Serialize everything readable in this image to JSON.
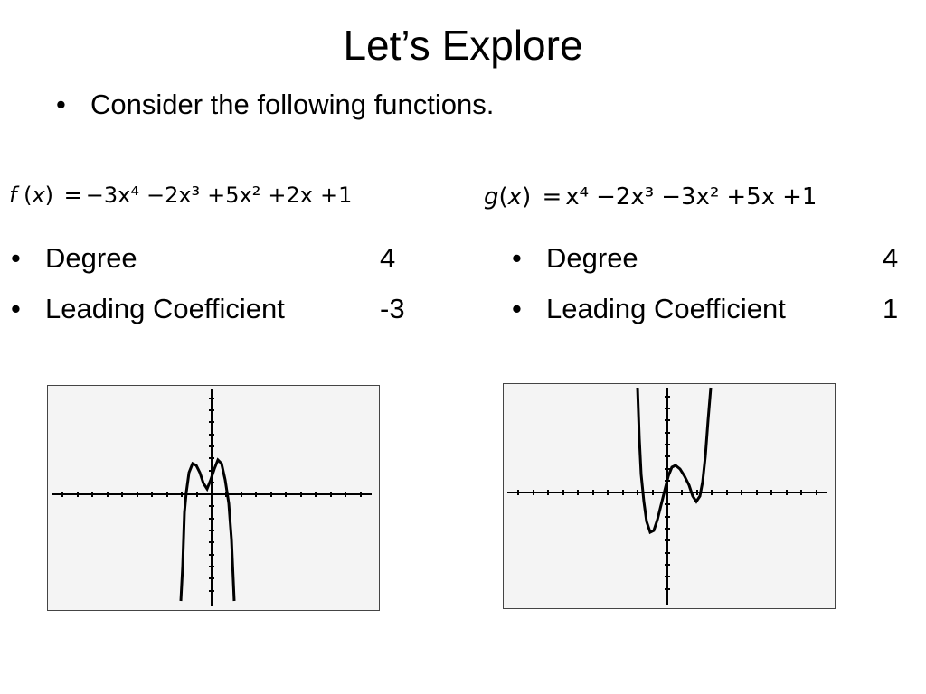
{
  "slide": {
    "title": "Let’s Explore",
    "intro": "Consider the following functions."
  },
  "left": {
    "equation": {
      "name": "f",
      "var": "x",
      "terms": [
        "−3x⁴",
        "−2x³",
        "+5x²",
        "+2x",
        "+1"
      ]
    },
    "degree_label": "Degree",
    "degree_value": "4",
    "lc_label": "Leading Coefficient",
    "lc_value": "-3"
  },
  "right": {
    "equation": {
      "name": "g",
      "var": "x",
      "terms": [
        "x⁴",
        "−2x³",
        "−3x²",
        "+5x",
        "+1"
      ]
    },
    "degree_label": "Degree",
    "degree_value": "4",
    "lc_label": "Leading Coefficient",
    "lc_value": "1"
  },
  "bullet": "•",
  "colors": {
    "graph_bg": "#f4f4f4",
    "plot_line": "#000000"
  }
}
